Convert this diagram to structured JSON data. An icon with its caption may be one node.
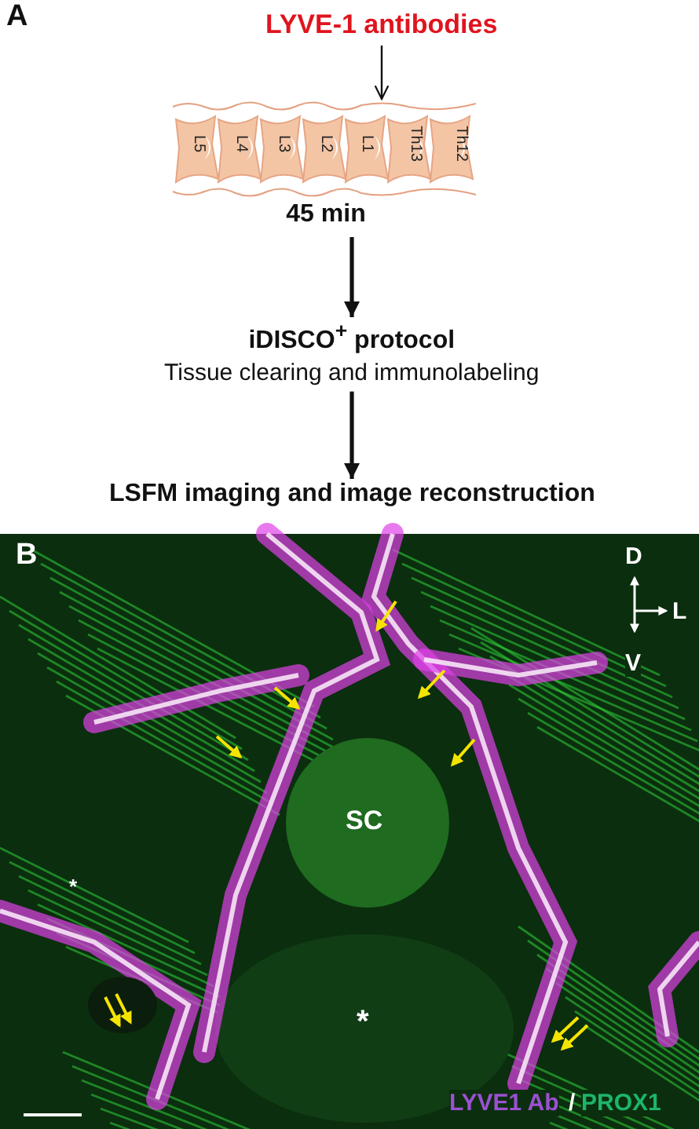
{
  "diagram": {
    "nodes": [
      {
        "text": [
          "LYVE-1 antibodies"
        ]
      },
      {
        "text": [],
        "shape": "picture",
        "beside": [
          "45 min"
        ]
      },
      {
        "text": [
          "iDISCO$^{+}$ protocol",
          "Tissue clearing and immunolabeling"
        ]
      },
      {
        "text": [
          "LSFM imaging and image reconstruction"
        ]
      }
    ],
    "edges": [
      {
        "from": 0,
        "to": 1,
        "arrow": "to"
      },
      {
        "from": 1,
        "to": 2,
        "arrow": "to"
      },
      {
        "from": 2,
        "to": 3,
        "arrow": "to"
      }
    ],
    "labels": [
      "A",
      "L5",
      "L4",
      "L3",
      "L2",
      "L1",
      "Th13",
      "Th12",
      "B",
      "D",
      "L",
      "V",
      "SC",
      "*",
      "*",
      "/"
    ],
    "legend": [
      {
        "text": "LYVE1 Ab",
        "color": "#9b50d2"
      },
      {
        "text": "PROX1",
        "color": "#1db56a"
      }
    ]
  }
}
